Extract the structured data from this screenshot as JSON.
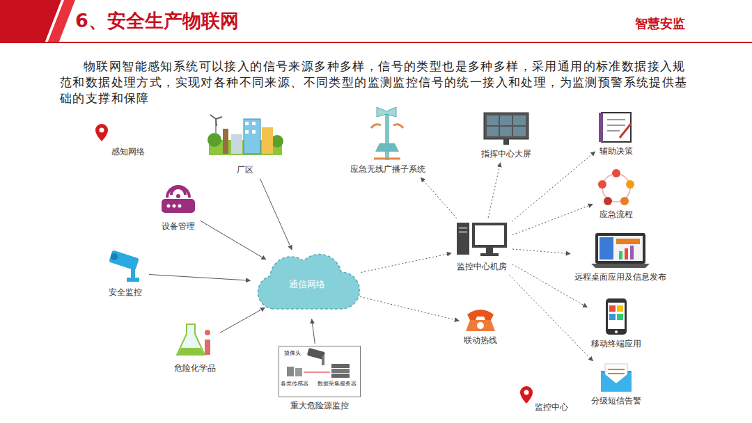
{
  "diagram": {
    "title": "6、安全生产物联网",
    "nodes": [
      {
        "text": [
          "厂区"
        ]
      },
      {
        "text": [
          "设备管理"
        ]
      },
      {
        "text": [
          "安全监控"
        ]
      },
      {
        "text": [
          "危险化学品"
        ]
      },
      {
        "text": [
          "重大危险源监控"
        ]
      },
      {
        "text": [
          "摄像头"
        ],
        "in": 4
      },
      {
        "text": [
          "各类传感器"
        ],
        "in": 4
      },
      {
        "text": [
          "数据采集服务器"
        ],
        "in": 4
      },
      {
        "text": [
          "通信网络"
        ]
      },
      {
        "text": [
          "应急无线广播子系统"
        ]
      },
      {
        "text": [
          "指挥中心大屏"
        ]
      },
      {
        "text": [
          "监控中心机房"
        ]
      },
      {
        "text": [
          "联动热线"
        ]
      },
      {
        "text": [
          "辅助决策"
        ]
      },
      {
        "text": [
          "应急流程"
        ]
      },
      {
        "text": [
          "远程桌面应用及信息发布"
        ]
      },
      {
        "text": [
          "移动终端应用"
        ]
      },
      {
        "text": [
          "分级短信告警"
        ]
      }
    ],
    "edges": [
      {
        "from": 0,
        "to": 8,
        "arrow": "to"
      },
      {
        "from": 1,
        "to": 8,
        "arrow": "to"
      },
      {
        "from": 2,
        "to": 8,
        "arrow": "to"
      },
      {
        "from": 3,
        "to": 8,
        "arrow": "to"
      },
      {
        "from": 4,
        "to": 8,
        "arrow": "to"
      },
      {
        "from": 8,
        "to": 11,
        "arrow": "to"
      },
      {
        "from": 8,
        "to": 12,
        "arrow": "to"
      },
      {
        "from": 11,
        "to": 9,
        "arrow": "to"
      },
      {
        "from": 11,
        "to": 10,
        "arrow": "to"
      },
      {
        "from": 11,
        "to": 13,
        "arrow": "to"
      },
      {
        "from": 11,
        "to": 14,
        "arrow": "to"
      },
      {
        "from": 11,
        "to": 15,
        "arrow": "to"
      },
      {
        "from": 11,
        "to": 16,
        "arrow": "to"
      },
      {
        "from": 11,
        "to": 17,
        "arrow": "to"
      }
    ],
    "labels": [
      "智慧安监",
      "物联网智能感知系统可以接入的信号来源多种多样，信号的类型也是多种多样，采用通用的标准数据接入规范和数据处理方式，实现对各种不同来源、不同类型的监测监控信号的统一接入和处理，为监测预警系统提供基础的支撑和保障",
      "感知网络",
      "监控中心"
    ]
  }
}
